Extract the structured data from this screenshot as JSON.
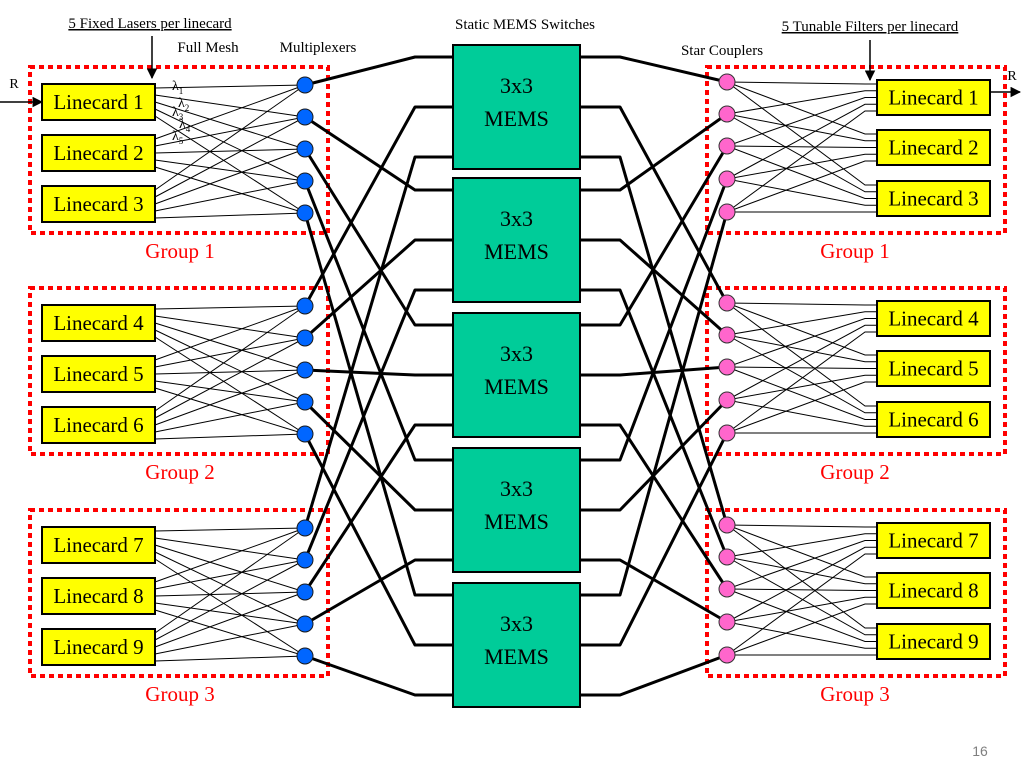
{
  "labels": {
    "fixed_lasers": "5 Fixed Lasers per linecard",
    "full_mesh": "Full Mesh",
    "multiplexers": "Multiplexers",
    "static_mems_switches": "Static MEMS Switches",
    "star_couplers": "Star Couplers",
    "tunable_filters": "5 Tunable Filters per linecard",
    "ingress_rate": "R",
    "egress_rate": "R"
  },
  "wavelengths": [
    {
      "symbol": "λ",
      "index": "1"
    },
    {
      "symbol": "λ",
      "index": "2"
    },
    {
      "symbol": "λ",
      "index": "3"
    },
    {
      "symbol": "λ",
      "index": "4"
    },
    {
      "symbol": "λ",
      "index": "5"
    }
  ],
  "ingress": {
    "groups": [
      {
        "label": "Group 1",
        "linecards": [
          "Linecard 1",
          "Linecard 2",
          "Linecard 3"
        ]
      },
      {
        "label": "Group 2",
        "linecards": [
          "Linecard 4",
          "Linecard 5",
          "Linecard 6"
        ]
      },
      {
        "label": "Group 3",
        "linecards": [
          "Linecard 7",
          "Linecard 8",
          "Linecard 9"
        ]
      }
    ]
  },
  "egress": {
    "groups": [
      {
        "label": "Group 1",
        "linecards": [
          "Linecard 1",
          "Linecard 2",
          "Linecard 3"
        ]
      },
      {
        "label": "Group 2",
        "linecards": [
          "Linecard 4",
          "Linecard 5",
          "Linecard 6"
        ]
      },
      {
        "label": "Group 3",
        "linecards": [
          "Linecard 7",
          "Linecard 8",
          "Linecard 9"
        ]
      }
    ]
  },
  "mems_switches": [
    {
      "size": "3x3",
      "type": "MEMS"
    },
    {
      "size": "3x3",
      "type": "MEMS"
    },
    {
      "size": "3x3",
      "type": "MEMS"
    },
    {
      "size": "3x3",
      "type": "MEMS"
    },
    {
      "size": "3x3",
      "type": "MEMS"
    }
  ],
  "page_number": "16",
  "colors": {
    "group_border": "#FF0000",
    "group_label": "#FF0000",
    "linecard_fill": "#FFFF00",
    "multiplexer_fill": "#0066FF",
    "star_coupler_fill": "#FF66CC",
    "mems_fill": "#00CC99",
    "link_stroke": "#000000",
    "page_number": "#7F7F7F"
  }
}
